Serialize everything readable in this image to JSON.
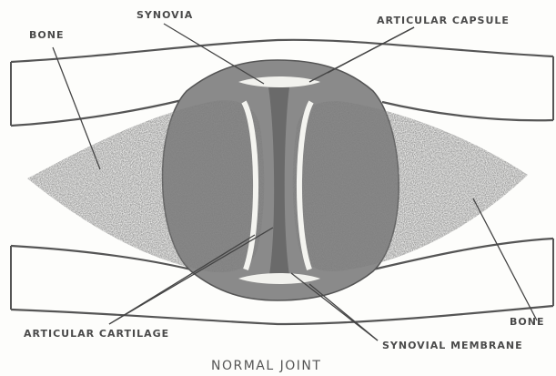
{
  "labels": {
    "bone_left": "BONE",
    "synovia": "SYNOVIA",
    "articular_capsule": "ARTICULAR CAPSULE",
    "articular_cartilage": "ARTICULAR CARTILAGE",
    "bone_right": "BONE",
    "synovial_membrane": "SYNOVIAL MEMBRANE"
  },
  "caption": "NORMAL JOINT",
  "colors": {
    "ink": "#4a4a4a",
    "bone_fill": "#7d7d7d",
    "capsule_fill": "#8a8a8a",
    "paper": "#fdfdfb"
  }
}
